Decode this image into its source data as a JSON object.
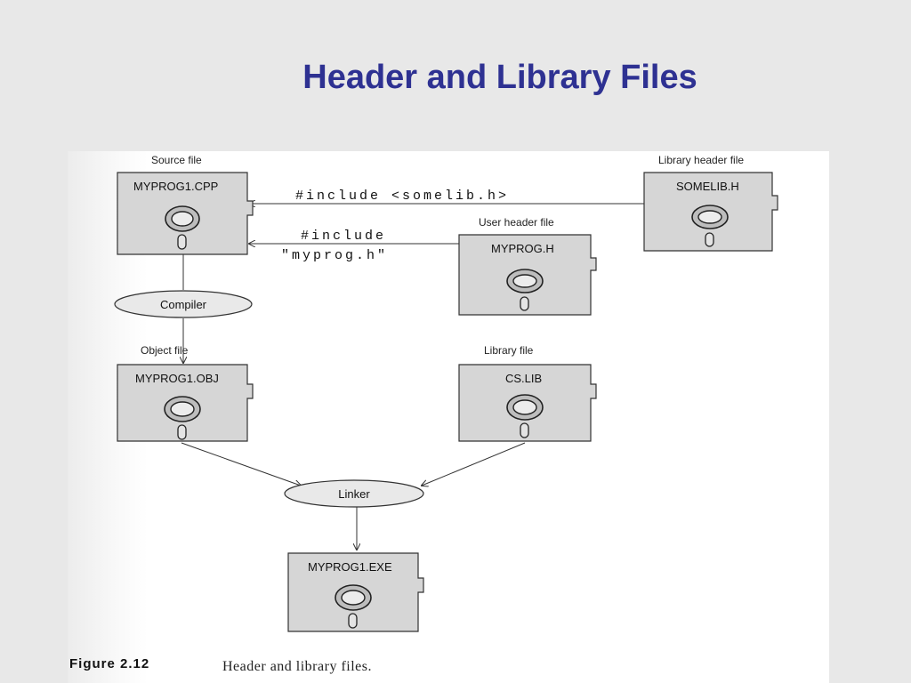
{
  "title": "Header and Library Files",
  "diagram": {
    "nodes": [
      {
        "id": "source",
        "caption": "Source file",
        "name": "MYPROG1.CPP"
      },
      {
        "id": "libheader",
        "caption": "Library header file",
        "name": "SOMELIB.H"
      },
      {
        "id": "userheader",
        "caption": "User header file",
        "name": "MYPROG.H"
      },
      {
        "id": "object",
        "caption": "Object file",
        "name": "MYPROG1.OBJ"
      },
      {
        "id": "library",
        "caption": "Library file",
        "name": "CS.LIB"
      },
      {
        "id": "exe",
        "caption": "",
        "name": "MYPROG1.EXE"
      }
    ],
    "processes": [
      {
        "id": "compiler",
        "label": "Compiler"
      },
      {
        "id": "linker",
        "label": "Linker"
      }
    ],
    "edges": [
      {
        "from": "libheader",
        "to": "source",
        "label": "#include <somelib.h>"
      },
      {
        "from": "userheader",
        "to": "source",
        "label_line1": "#include",
        "label_line2": "\"myprog.h\""
      },
      {
        "from": "source",
        "to": "compiler"
      },
      {
        "from": "compiler",
        "to": "object"
      },
      {
        "from": "object",
        "to": "linker"
      },
      {
        "from": "library",
        "to": "linker"
      },
      {
        "from": "linker",
        "to": "exe"
      }
    ]
  },
  "figure": {
    "number": "Figure 2.12",
    "caption": "Header and library files."
  }
}
